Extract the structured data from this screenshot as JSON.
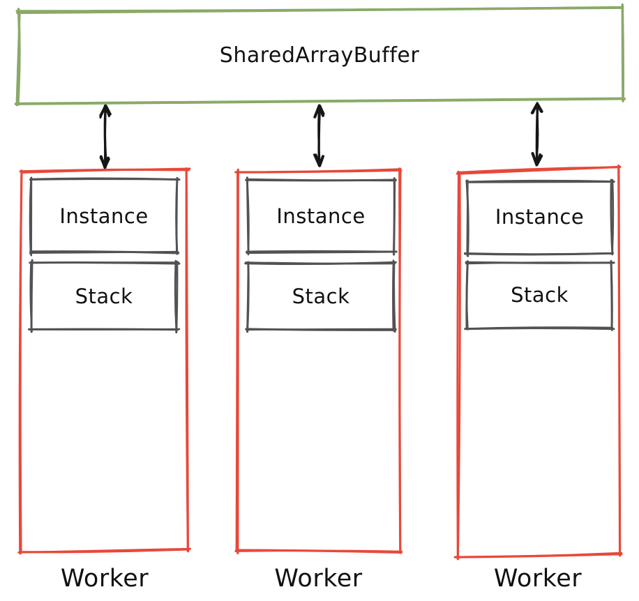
{
  "diagram": {
    "buffer": {
      "label": "SharedArrayBuffer"
    },
    "workers": [
      {
        "label": "Worker",
        "instance_label": "Instance",
        "stack_label": "Stack"
      },
      {
        "label": "Worker",
        "instance_label": "Instance",
        "stack_label": "Stack"
      },
      {
        "label": "Worker",
        "instance_label": "Instance",
        "stack_label": "Stack"
      }
    ],
    "arrows": [
      {
        "name": "bidirectional-arrow"
      },
      {
        "name": "bidirectional-arrow"
      },
      {
        "name": "bidirectional-arrow"
      }
    ],
    "colors": {
      "background": "#ffffff",
      "buffer_stroke": "#8aa968",
      "buffer_hatch": "#c7dbb4",
      "worker_stroke": "#e8483a",
      "block_stroke": "#525252",
      "block_hatch": "#e6e6e6",
      "arrow_ink": "#161616",
      "text": "#111111"
    }
  }
}
